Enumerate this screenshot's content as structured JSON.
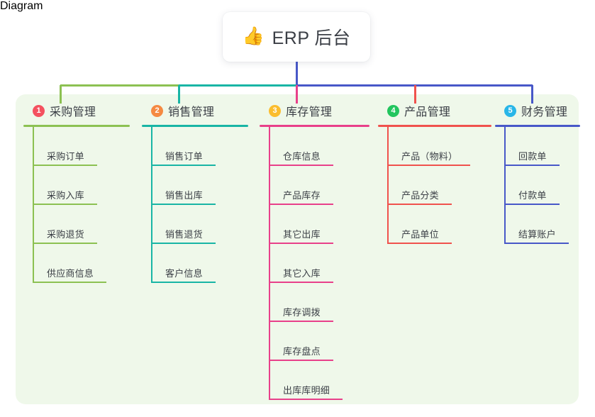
{
  "root": {
    "icon": "thumbs-up-icon",
    "icon_glyph": "👍",
    "title": "ERP 后台"
  },
  "panel": {
    "background_color": "#eff8ea"
  },
  "columns": [
    {
      "number": "1",
      "title": "采购管理",
      "badge_color": "#f4515f",
      "line_color": "#8cc152",
      "items": [
        "采购订单",
        "采购入库",
        "采购退货",
        "供应商信息"
      ]
    },
    {
      "number": "2",
      "title": "销售管理",
      "badge_color": "#f58a42",
      "line_color": "#19b5a5",
      "items": [
        "销售订单",
        "销售出库",
        "销售退货",
        "客户信息"
      ]
    },
    {
      "number": "3",
      "title": "库存管理",
      "badge_color": "#fbbd2e",
      "line_color": "#e8408a",
      "items": [
        "仓库信息",
        "产品库存",
        "其它出库",
        "其它入库",
        "库存调拨",
        "库存盘点",
        "出库库明细"
      ]
    },
    {
      "number": "4",
      "title": "产品管理",
      "badge_color": "#22c55e",
      "line_color": "#f0524d",
      "items": [
        "产品（物料）",
        "产品分类",
        "产品单位"
      ]
    },
    {
      "number": "5",
      "title": "财务管理",
      "badge_color": "#29b6e8",
      "line_color": "#4858c8",
      "items": [
        "回款单",
        "付款单",
        "结算账户"
      ]
    }
  ]
}
